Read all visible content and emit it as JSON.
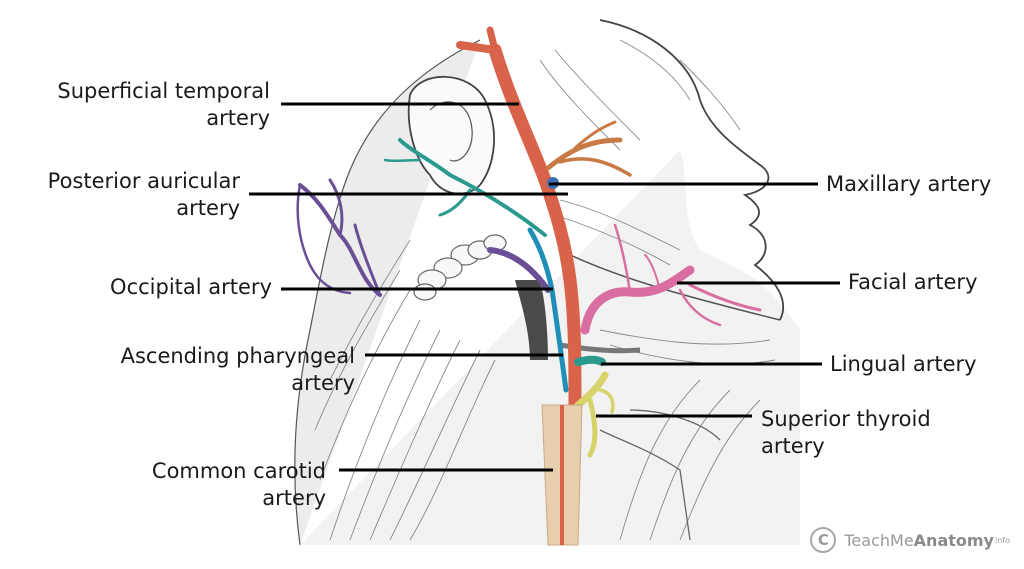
{
  "labels": {
    "superficial_temporal": {
      "line1": "Superficial temporal",
      "line2": "artery"
    },
    "posterior_auricular": {
      "line1": "Posterior auricular",
      "line2": "artery"
    },
    "occipital": {
      "line1": "Occipital artery"
    },
    "ascending_pharyngeal": {
      "line1": "Ascending pharyngeal",
      "line2": "artery"
    },
    "common_carotid": {
      "line1": "Common carotid",
      "line2": "artery"
    },
    "maxillary": {
      "line1": "Maxillary artery"
    },
    "facial": {
      "line1": "Facial artery"
    },
    "lingual": {
      "line1": "Lingual artery"
    },
    "superior_thyroid": {
      "line1": "Superior thyroid",
      "line2": "artery"
    }
  },
  "colors": {
    "carotid": "#d9634a",
    "posterior_auricular": "#2a9a8e",
    "occipital": "#6b4f96",
    "ascending_pharyngeal": "#1f8fb8",
    "facial": "#d96fa0",
    "lingual": "#2a9a8e",
    "superior_thyroid": "#d8d26a",
    "maxillary": "#c87a45",
    "common_carotid_sheath": "#e7cfae"
  },
  "watermark": {
    "symbol": "C",
    "brand_light": "TeachMe",
    "brand_bold": "Anatomy",
    "suffix": "info"
  }
}
